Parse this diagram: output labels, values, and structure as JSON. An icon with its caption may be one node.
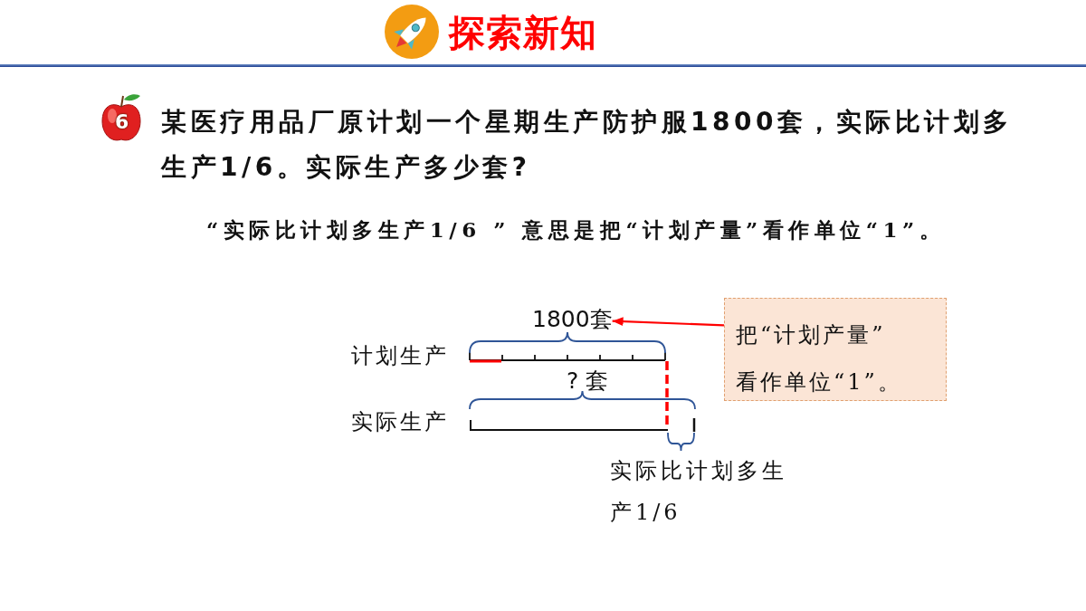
{
  "diagram": {
    "title": "探索新知",
    "nodes": [
      {
        "text": [
          "1800套"
        ]
      },
      {
        "text": [
          "把“计划产量”看作单位“1”。"
        ]
      }
    ],
    "edges": [
      {
        "from": 1,
        "to": 0,
        "arrow": "to",
        "color": "#ff0000"
      }
    ],
    "labels": [
      "6",
      "某医疗用品厂原计划一个星期生产防护服1800套，实际比计划多生产1/6。实际生产多少套?",
      "“实际比计划多生产1/6 ” 意思是把“计划产量”看作单位“1”。",
      "计划生产",
      "? 套",
      "实际生产",
      "实际比计划多生产1/6"
    ]
  }
}
